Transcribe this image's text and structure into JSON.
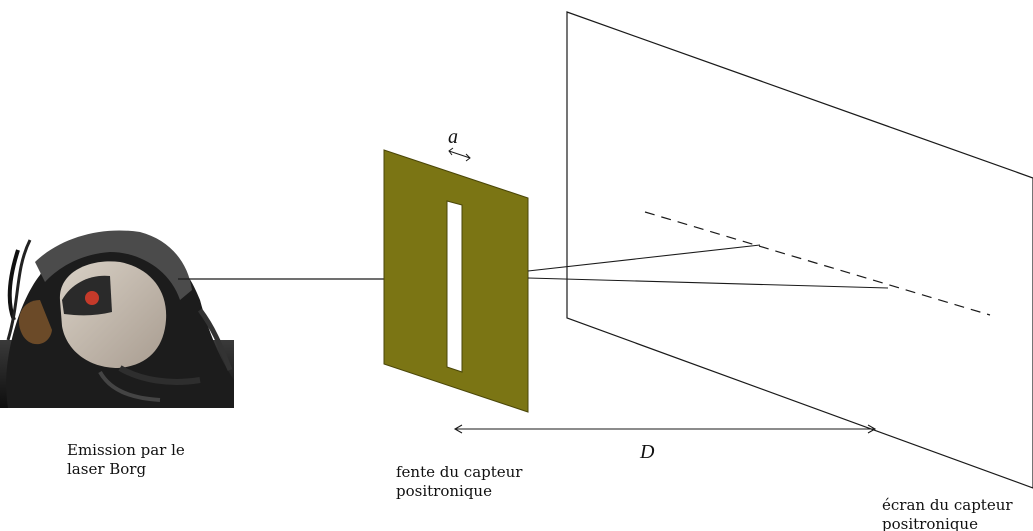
{
  "labels": {
    "slit_width": "a",
    "distance": "D",
    "laser_line1": "Emission par le",
    "laser_line2": "laser Borg",
    "slit_line1": "fente du capteur",
    "slit_line2": "positronique",
    "screen_line1": "écran du capteur",
    "screen_line2": "positronique"
  },
  "colors": {
    "slit_plate": "#7b7514",
    "slit_edge": "#4a4608",
    "lines": "#1a1a1a",
    "background": "#ffffff"
  }
}
